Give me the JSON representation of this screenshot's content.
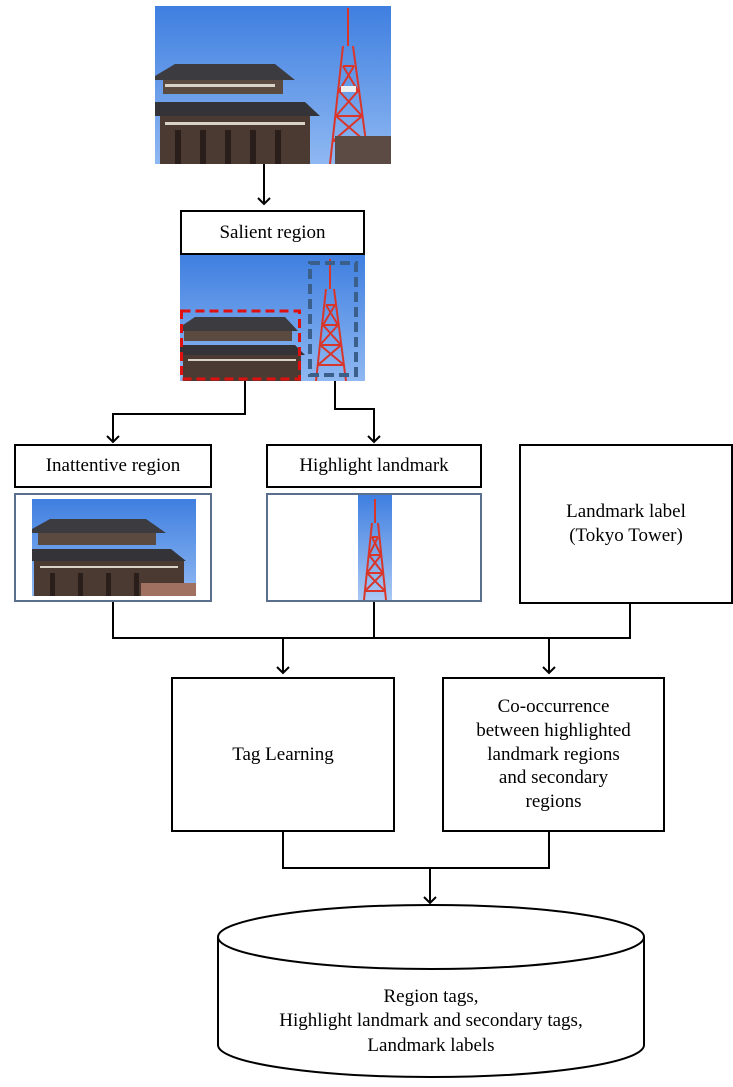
{
  "nodes": {
    "salient_region": "Salient region",
    "inattentive_region": "Inattentive region",
    "highlight_landmark": "Highlight landmark",
    "landmark_label_line1": "Landmark label",
    "landmark_label_line2": "(Tokyo Tower)",
    "tag_learning": "Tag Learning",
    "cooccurrence_lines": [
      "Co-occurrence",
      "between highlighted",
      "landmark regions",
      "and secondary",
      "regions"
    ],
    "database_lines": [
      "Region tags,",
      "Highlight landmark and secondary tags,",
      "Landmark labels"
    ]
  },
  "colors": {
    "sky": "#4f8be8",
    "temple_roof": "#3b3b40",
    "tower_red": "#d9362b",
    "salient_box_red": "#e01010",
    "salient_box_blue": "#3a5f8a",
    "image_frame": "#5a6f8e"
  },
  "icons": {
    "photo": "temple-and-tokyo-tower-photo"
  }
}
